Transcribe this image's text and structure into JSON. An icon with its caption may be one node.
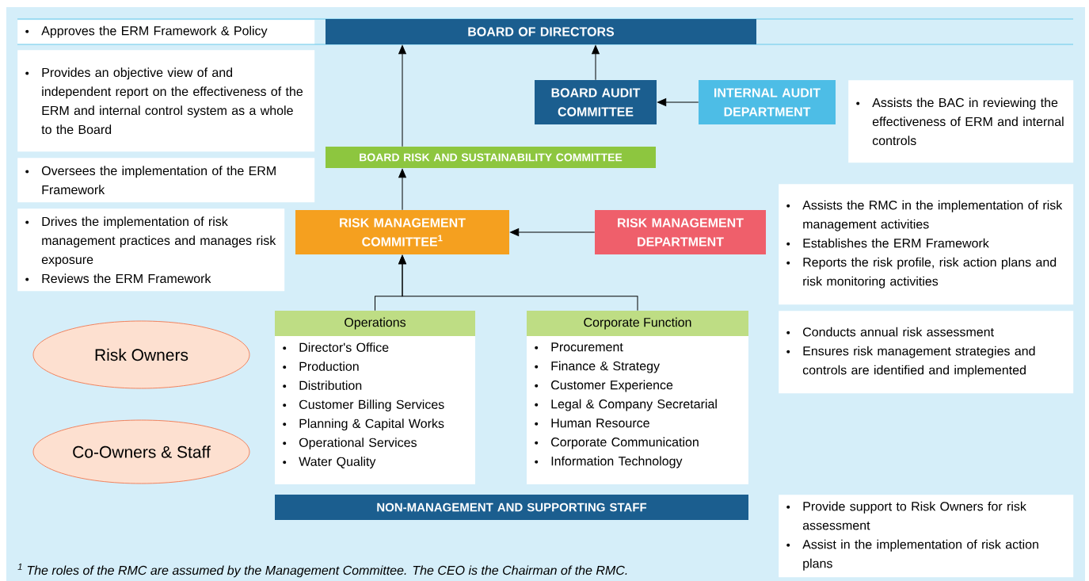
{
  "diagram": {
    "nodes": [
      {
        "text": [
          "BOARD OF DIRECTORS"
        ]
      },
      {
        "text": [
          "BOARD AUDIT COMMITTEE"
        ]
      },
      {
        "text": [
          "INTERNAL AUDIT DEPARTMENT"
        ]
      },
      {
        "text": [
          "BOARD RISK AND SUSTAINABILITY COMMITTEE"
        ]
      },
      {
        "text": [
          "RISK MANAGEMENT COMMITTEE$^{1}$"
        ]
      },
      {
        "text": [
          "RISK MANAGEMENT DEPARTMENT"
        ]
      },
      {
        "text": [
          "Operations",
          "Director's Office",
          "Production",
          "Distribution",
          "Customer Billing Services",
          "Planning & Capital Works",
          "Operational Services",
          "Water Quality"
        ]
      },
      {
        "text": [
          "Corporate Function",
          "Procurement",
          "Finance & Strategy",
          "Customer Experience",
          "Legal & Company Secretarial",
          "Human Resource",
          "Corporate Communication",
          "Information Technology"
        ]
      },
      {
        "text": [
          "NON-MANAGEMENT AND SUPPORTING STAFF"
        ]
      },
      {
        "text": [
          "Risk Owners"
        ]
      },
      {
        "text": [
          "Co-Owners & Staff"
        ]
      },
      {
        "text": [
          "Approves the ERM Framework & Policy"
        ]
      },
      {
        "text": [
          "Provides an objective view of and independent report on the effectiveness of the ERM and internal control system as a whole to the Board"
        ]
      },
      {
        "text": [
          "Oversees the implementation of the ERM Framework"
        ]
      },
      {
        "text": [
          "Drives the implementation of risk management practices and manages risk exposure",
          "Reviews the ERM Framework"
        ]
      },
      {
        "text": [
          "Assists the BAC in reviewing the effectiveness of ERM and internal controls"
        ]
      },
      {
        "text": [
          "Assists the RMC in the implementation of risk management activities",
          "Establishes the ERM Framework",
          "Reports the risk profile, risk action plans and risk monitoring activities"
        ]
      },
      {
        "text": [
          "Conducts annual risk assessment",
          "Ensures risk management strategies and controls are identified and implemented"
        ]
      },
      {
        "text": [
          "Provide support to Risk Owners for risk assessment",
          "Assist in the implementation of risk action plans"
        ]
      }
    ],
    "edges": [
      {
        "from": 3,
        "to": 0,
        "arrow": "to"
      },
      {
        "from": 1,
        "to": 0,
        "arrow": "to"
      },
      {
        "from": 2,
        "to": 1,
        "arrow": "to"
      },
      {
        "from": 4,
        "to": 3,
        "arrow": "to"
      },
      {
        "from": 5,
        "to": 4,
        "arrow": "to"
      },
      {
        "from": 6,
        "to": 4,
        "arrow": "to"
      },
      {
        "from": 7,
        "to": 4,
        "arrow": "to"
      }
    ],
    "labels": [
      "$^{1}$ The roles of the RMC are assumed by the Management Committee. The CEO is the Chairman of the RMC."
    ]
  }
}
